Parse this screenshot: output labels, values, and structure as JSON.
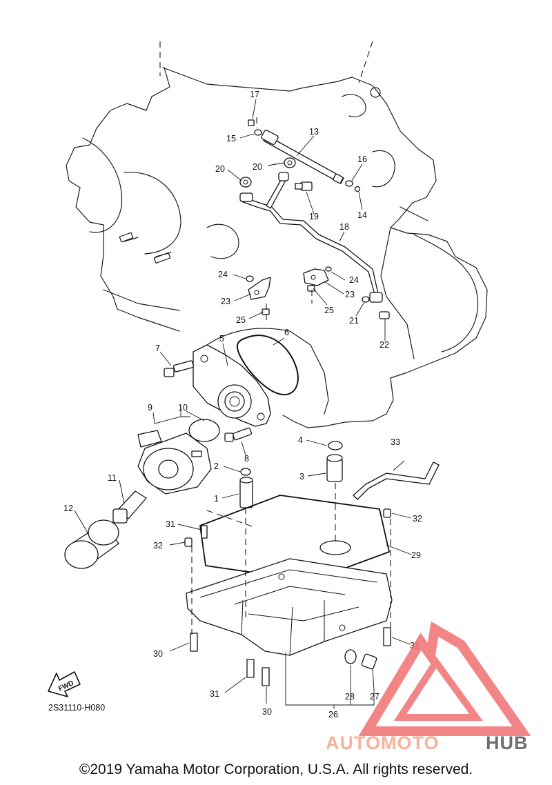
{
  "diagram": {
    "code": "2S31110-H080",
    "fwd_label": "FWD",
    "copyright": "©2019 Yamaha Motor Corporation, U.S.A. All rights reserved."
  },
  "watermark": {
    "part1": "AUTOMOTO",
    "part2": "HUB",
    "color1": "#f26b6b",
    "color2": "#444444"
  },
  "labels": {
    "l1": "1",
    "l2": "2",
    "l3": "3",
    "l4": "4",
    "l5": "5",
    "l6": "6",
    "l7": "7",
    "l8": "8",
    "l9": "9",
    "l10": "10",
    "l11": "11",
    "l12": "12",
    "l13": "13",
    "l14": "14",
    "l15": "15",
    "l16": "16",
    "l17": "17",
    "l18": "18",
    "l19": "19",
    "l20a": "20",
    "l20b": "20",
    "l21": "21",
    "l22": "22",
    "l23a": "23",
    "l23b": "23",
    "l24a": "24",
    "l24b": "24",
    "l25a": "25",
    "l25b": "25",
    "l26": "26",
    "l27": "27",
    "l28": "28",
    "l29": "29",
    "l30a": "30",
    "l30b": "30",
    "l31a": "31",
    "l31b": "31",
    "l31c": "31",
    "l32a": "32",
    "l32b": "32",
    "l33": "33"
  }
}
